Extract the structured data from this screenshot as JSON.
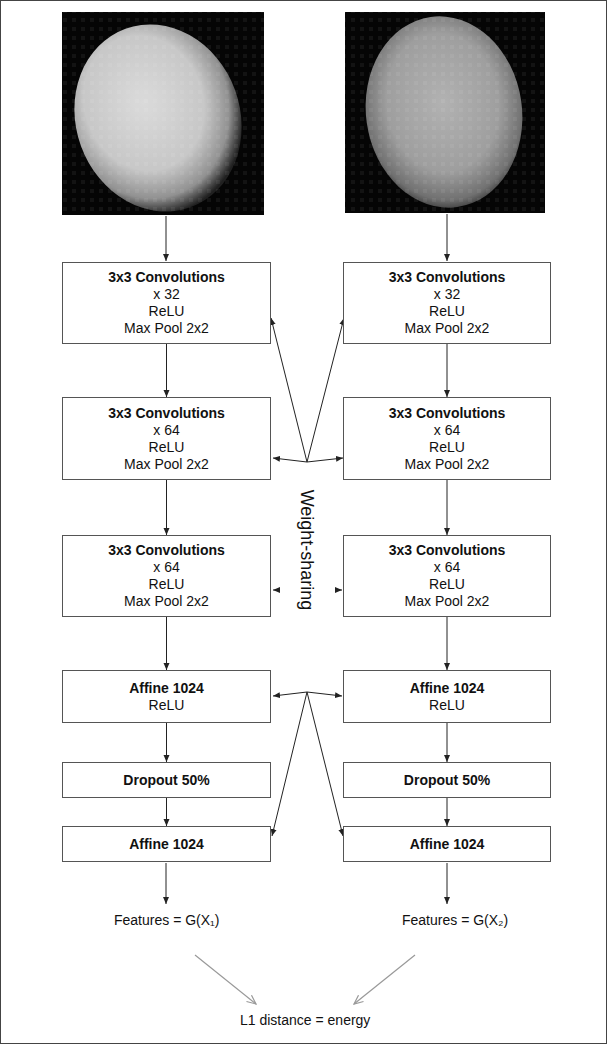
{
  "diagram": {
    "nodes": [
      {
        "text": [
          "3x3 Convolutions",
          "x 32",
          "ReLU",
          "Max Pool 2x2"
        ]
      },
      {
        "text": [
          "3x3 Convolutions",
          "x 32",
          "ReLU",
          "Max Pool 2x2"
        ]
      },
      {
        "text": [
          "3x3 Convolutions",
          "x 64",
          "ReLU",
          "Max Pool 2x2"
        ]
      },
      {
        "text": [
          "3x3 Convolutions",
          "x 64",
          "ReLU",
          "Max Pool 2x2"
        ]
      },
      {
        "text": [
          "3x3 Convolutions",
          "x 64",
          "ReLU",
          "Max Pool 2x2"
        ]
      },
      {
        "text": [
          "3x3 Convolutions",
          "x 64",
          "ReLU",
          "Max Pool 2x2"
        ]
      },
      {
        "text": [
          "Affine 1024",
          "ReLU"
        ]
      },
      {
        "text": [
          "Affine 1024",
          "ReLU"
        ]
      },
      {
        "text": [
          "Dropout 50%"
        ]
      },
      {
        "text": [
          "Dropout 50%"
        ]
      },
      {
        "text": [
          "Affine 1024"
        ]
      },
      {
        "text": [
          "Affine 1024"
        ]
      }
    ],
    "edges": [
      {
        "from": 0,
        "to": 2,
        "arrow": "to"
      },
      {
        "from": 1,
        "to": 3,
        "arrow": "to"
      },
      {
        "from": 2,
        "to": 4,
        "arrow": "to"
      },
      {
        "from": 3,
        "to": 5,
        "arrow": "to"
      },
      {
        "from": 4,
        "to": 6,
        "arrow": "to"
      },
      {
        "from": 5,
        "to": 7,
        "arrow": "to"
      },
      {
        "from": 6,
        "to": 8,
        "arrow": "to"
      },
      {
        "from": 7,
        "to": 9,
        "arrow": "to"
      },
      {
        "from": 8,
        "to": 10,
        "arrow": "to"
      },
      {
        "from": 9,
        "to": 11,
        "arrow": "to"
      }
    ],
    "labels": [
      "Features = G(X₁)",
      "Features = G(X₂)",
      "L1 distance = energy",
      "Weight-sharing"
    ]
  }
}
